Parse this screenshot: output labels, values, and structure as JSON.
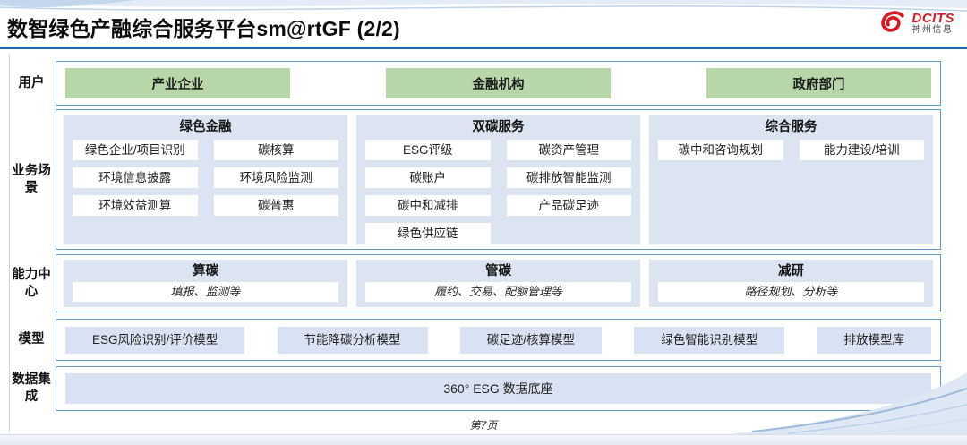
{
  "header": {
    "title": "数智绿色产融综合服务平台sm@rtGF (2/2)",
    "logo": {
      "brand": "DCITS",
      "company": "神州信息"
    }
  },
  "layers": {
    "users": {
      "label": "用户",
      "items": [
        "产业企业",
        "金融机构",
        "政府部门"
      ]
    },
    "scenarios": {
      "label": "业务场景",
      "columns": [
        {
          "title": "绿色金融",
          "items": [
            "绿色企业/项目识别",
            "碳核算",
            "环境信息披露",
            "环境风险监测",
            "环境效益测算",
            "碳普惠"
          ]
        },
        {
          "title": "双碳服务",
          "items": [
            "ESG评级",
            "碳资产管理",
            "碳账户",
            "碳排放智能监测",
            "碳中和减排",
            "产品碳足迹",
            "绿色供应链"
          ]
        },
        {
          "title": "综合服务",
          "items": [
            "碳中和咨询规划",
            "能力建设/培训"
          ]
        }
      ]
    },
    "capabilities": {
      "label": "能力中心",
      "items": [
        {
          "title": "算碳",
          "desc": "填报、监测等"
        },
        {
          "title": "管碳",
          "desc": "履约、交易、配额管理等"
        },
        {
          "title": "减研",
          "desc": "路径规划、分析等"
        }
      ]
    },
    "models": {
      "label": "模型",
      "items": [
        "ESG风险识别/评价模型",
        "节能降碳分析模型",
        "碳足迹/核算模型",
        "绿色智能识别模型",
        "排放模型库"
      ]
    },
    "data_integration": {
      "label": "数据集成",
      "item": "360° ESG 数据底座"
    }
  },
  "footer": {
    "page": "第7页"
  },
  "colors": {
    "accent_blue": "#1f6bb2",
    "border_blue": "#5b9bd5",
    "green": "#b7d7a9",
    "panel_blue": "#dce3f1",
    "box_blue": "#d9e2f3",
    "logo_red": "#d71a21",
    "footer_band": "#e9edf3"
  }
}
